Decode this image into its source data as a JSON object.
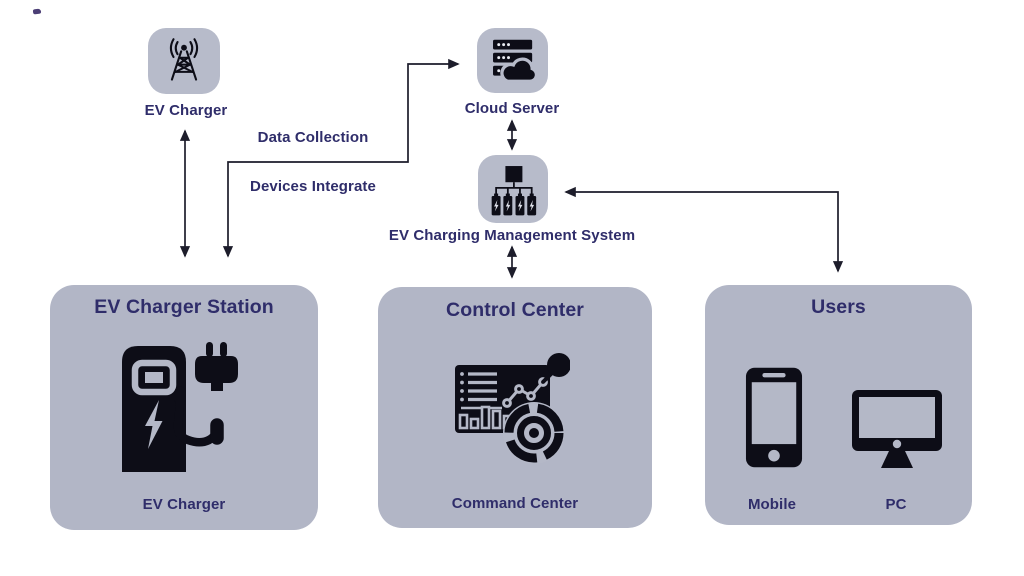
{
  "colors": {
    "bg": "#ffffff",
    "panel": "#b2b6c6",
    "tile": "#b7bbca",
    "cutout": "#b4b8c7",
    "text": "#2f2d6a",
    "line": "#1d1d2b",
    "icon": "#0d0d17",
    "stray": "#4b3e75"
  },
  "nodes": {
    "antenna_label": "EV Charger",
    "cloud_label": "Cloud Server",
    "management_label": "EV Charging Management System"
  },
  "edges": {
    "data_collection": "Data Collection",
    "devices_integrate": "Devices Integrate"
  },
  "panels": {
    "station": {
      "title": "EV Charger Station",
      "caption": "EV Charger"
    },
    "control": {
      "title": "Control Center",
      "caption": "Command Center"
    },
    "users": {
      "title": "Users",
      "mobile_caption": "Mobile",
      "pc_caption": "PC"
    }
  }
}
